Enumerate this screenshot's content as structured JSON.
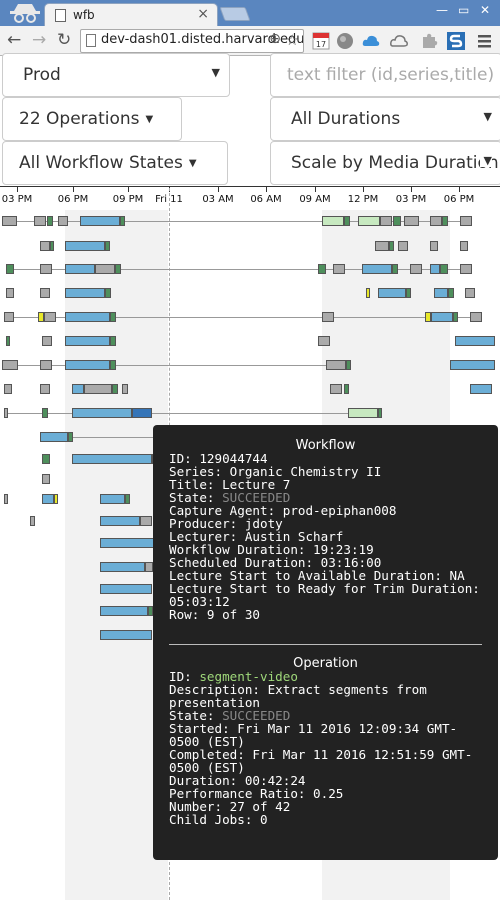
{
  "browser": {
    "tab_title": "wfb",
    "url": "dev-dash01.disted.harvard.edu",
    "notification_badge": "17"
  },
  "controls": {
    "cluster": "Prod",
    "text_filter_placeholder": "text filter (id,series,title)",
    "operations": "22 Operations",
    "durations": "All Durations",
    "workflow_states": "All Workflow States",
    "scale": "Scale by Media Duration"
  },
  "timeline": {
    "ticks": [
      "03 PM",
      "06 PM",
      "09 PM",
      "Fri 11",
      "03 AM",
      "06 AM",
      "09 AM",
      "12 PM",
      "03 PM",
      "06 PM"
    ]
  },
  "tooltip": {
    "workflow_heading": "Workflow",
    "workflow": {
      "id": "ID: 129044744",
      "series": "Series: Organic Chemistry II",
      "title": "Title: Lecture 7",
      "state_label": "State: ",
      "state_value": "SUCCEEDED",
      "capture_agent": "Capture Agent: prod-epiphan008",
      "producer": "Producer: jdoty",
      "lecturer": "Lecturer: Austin Scharf",
      "workflow_duration": "Workflow Duration: 19:23:19",
      "scheduled_duration": "Scheduled Duration: 03:16:00",
      "start_to_available": "Lecture Start to Available Duration: NA",
      "start_to_ready": "Lecture Start to Ready for Trim Duration: 05:03:12",
      "row": "Row: 9 of 30"
    },
    "operation_heading": "Operation",
    "operation": {
      "id_label": "ID: ",
      "id_value": "segment-video",
      "description": "Description: Extract segments from presentation",
      "state_label": "State: ",
      "state_value": "SUCCEEDED",
      "started": "Started: Fri Mar 11 2016 12:09:34 GMT-0500 (EST)",
      "completed": "Completed: Fri Mar 11 2016 12:51:59 GMT-0500 (EST)",
      "duration": "Duration: 00:42:24",
      "performance_ratio": "Performance Ratio: 0.25",
      "number": "Number: 27 of 42",
      "child_jobs": "Child Jobs: 0"
    }
  },
  "colors": {
    "chrome_blue": "#5a86bf",
    "bar_blue": "#6baed6",
    "bar_light_blue": "#9ecae1",
    "bar_gray": "#aaaaaa",
    "bar_green": "#4e8f5c",
    "bar_light_green": "#c7e9c0",
    "bar_yellow": "#e8e82a",
    "tooltip_bg": "#222222"
  }
}
